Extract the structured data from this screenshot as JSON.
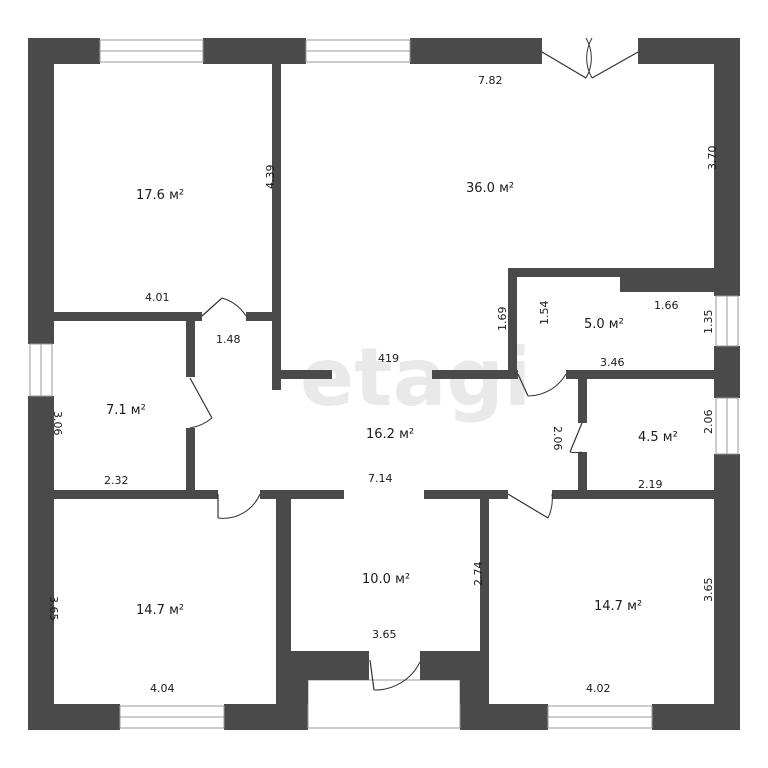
{
  "watermark": "etagi",
  "rooms": {
    "room_top_left": "17.6 м²",
    "living": "36.0 м²",
    "storage": "5.0 м²",
    "small_left": "7.1 м²",
    "hall": "16.2 м²",
    "small_right": "4.5 м²",
    "bottom_left": "14.7 м²",
    "entry": "10.0 м²",
    "bottom_right": "14.7 м²"
  },
  "dims": {
    "d_401": "4.01",
    "d_439": "4.39",
    "d_782": "7.82",
    "d_370": "3.70",
    "d_169": "1.69",
    "d_154": "1.54",
    "d_166": "1.66",
    "d_135": "1.35",
    "d_346": "3.46",
    "d_148": "1.48",
    "d_419": "419",
    "d_306": "3.06",
    "d_232": "2.32",
    "d_206a": "2.06",
    "d_206b": "2.06",
    "d_219": "2.19",
    "d_714": "7.14",
    "d_365a": "3.65",
    "d_404": "4.04",
    "d_274": "2.74",
    "d_365b": "3.65",
    "d_365c": "3.65",
    "d_402": "4.02"
  }
}
